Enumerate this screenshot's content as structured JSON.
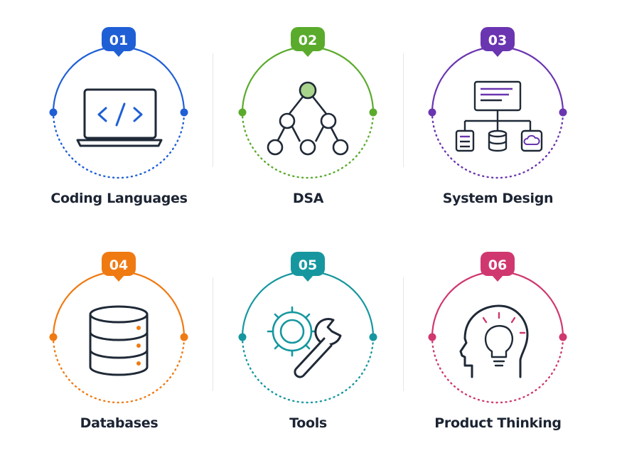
{
  "steps": [
    {
      "number": "01",
      "label": "Coding Languages",
      "color": "#1f5fd6",
      "icon": "code-laptop-icon"
    },
    {
      "number": "02",
      "label": "DSA",
      "color": "#5aab2c",
      "icon": "tree-graph-icon"
    },
    {
      "number": "03",
      "label": "System Design",
      "color": "#6a35b0",
      "icon": "architecture-diagram-icon"
    },
    {
      "number": "04",
      "label": "Databases",
      "color": "#f07a12",
      "icon": "database-icon"
    },
    {
      "number": "05",
      "label": "Tools",
      "color": "#16979f",
      "icon": "gear-wrench-icon"
    },
    {
      "number": "06",
      "label": "Product Thinking",
      "color": "#d0376f",
      "icon": "head-lightbulb-icon"
    }
  ],
  "colors": {
    "text": "#1c2433",
    "icon_stroke": "#1f2937",
    "divider": "#e3e6ea"
  }
}
